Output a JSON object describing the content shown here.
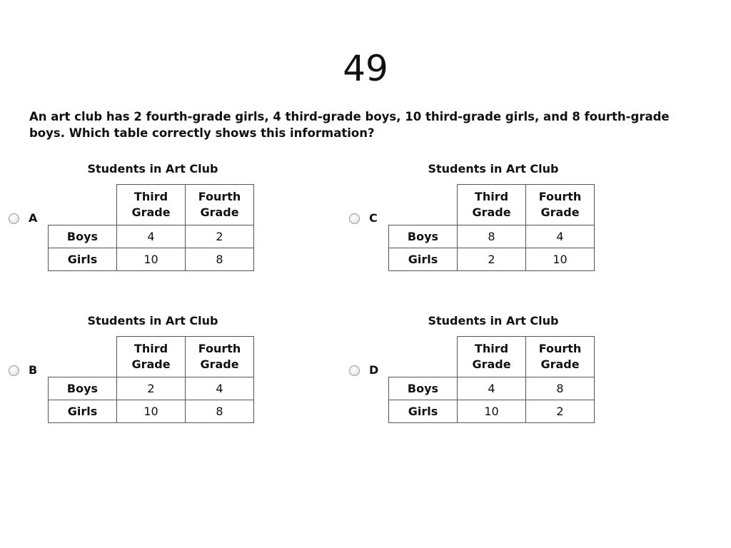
{
  "slide_number": "49",
  "question": "An art club has 2 fourth-grade girls, 4 third-grade boys, 10 third-grade girls, and 8 fourth-grade boys. Which table correctly shows this information?",
  "table_title": "Students in Art Club",
  "columns": [
    "Third Grade",
    "Fourth Grade"
  ],
  "rows": [
    "Boys",
    "Girls"
  ],
  "options": {
    "A": {
      "letter": "A",
      "boys": [
        "4",
        "2"
      ],
      "girls": [
        "10",
        "8"
      ]
    },
    "B": {
      "letter": "B",
      "boys": [
        "2",
        "4"
      ],
      "girls": [
        "10",
        "8"
      ]
    },
    "C": {
      "letter": "C",
      "boys": [
        "8",
        "4"
      ],
      "girls": [
        "2",
        "10"
      ]
    },
    "D": {
      "letter": "D",
      "boys": [
        "4",
        "8"
      ],
      "girls": [
        "10",
        "2"
      ]
    }
  }
}
